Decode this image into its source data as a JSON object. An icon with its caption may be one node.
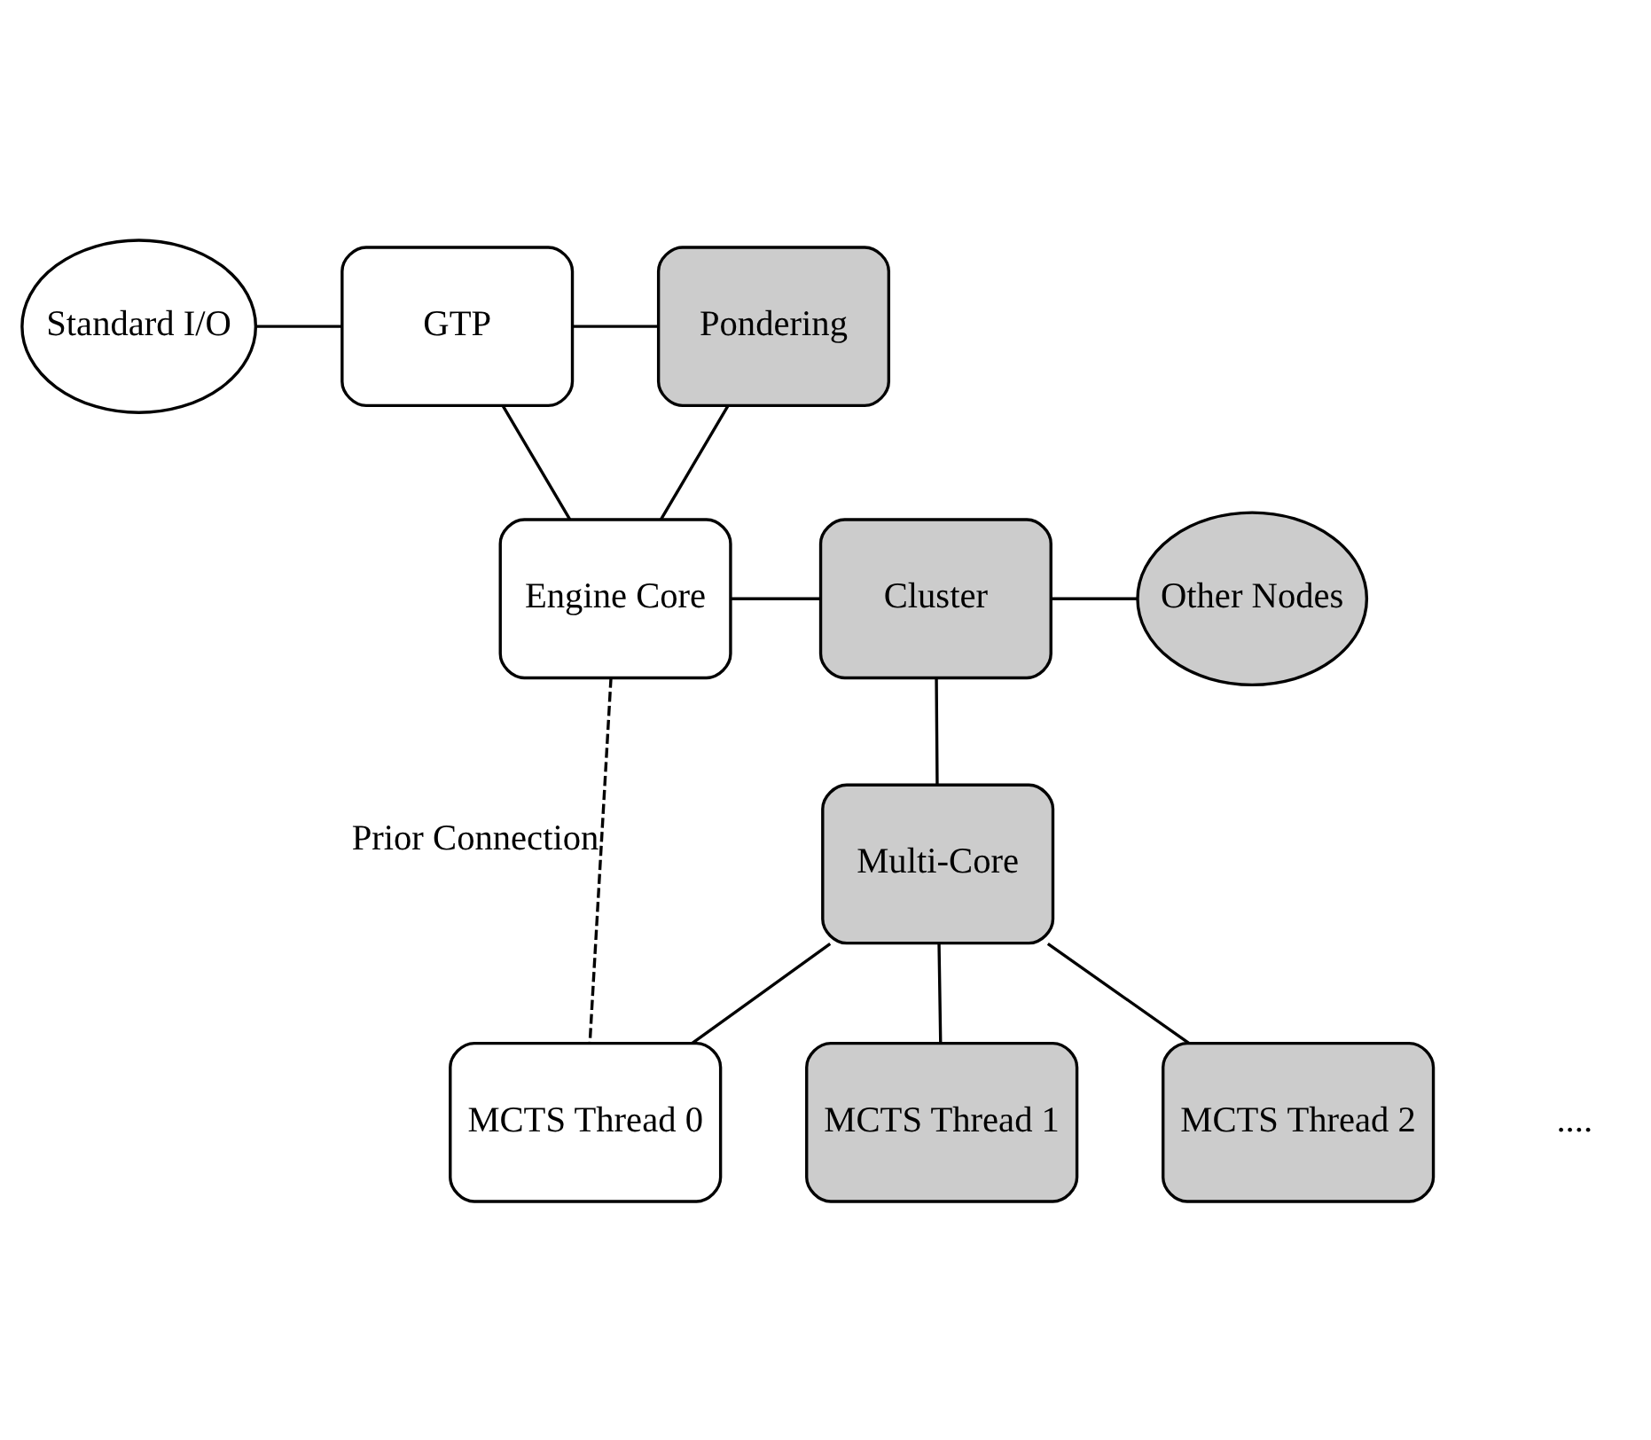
{
  "diagram": {
    "nodes": [
      {
        "text": [
          "Standard I/O"
        ]
      },
      {
        "text": [
          "GTP"
        ]
      },
      {
        "text": [
          "Pondering"
        ]
      },
      {
        "text": [
          "Engine Core"
        ]
      },
      {
        "text": [
          "Cluster"
        ]
      },
      {
        "text": [
          "Other Nodes"
        ]
      },
      {
        "text": [
          "Multi-Core"
        ]
      },
      {
        "text": [
          "MCTS Thread 0"
        ]
      },
      {
        "text": [
          "MCTS Thread 1"
        ]
      },
      {
        "text": [
          "MCTS Thread 2"
        ]
      }
    ],
    "edges": [
      {
        "from": 0,
        "to": 1,
        "arrow": "none"
      },
      {
        "from": 1,
        "to": 2,
        "arrow": "none"
      },
      {
        "from": 1,
        "to": 3,
        "arrow": "none"
      },
      {
        "from": 2,
        "to": 3,
        "arrow": "none"
      },
      {
        "from": 3,
        "to": 4,
        "arrow": "none"
      },
      {
        "from": 4,
        "to": 5,
        "arrow": "none"
      },
      {
        "from": 4,
        "to": 6,
        "arrow": "none"
      },
      {
        "from": 3,
        "to": 7,
        "arrow": "none",
        "style": "dashed",
        "label": "Prior Connection"
      },
      {
        "from": 6,
        "to": 7,
        "arrow": "none"
      },
      {
        "from": 6,
        "to": 8,
        "arrow": "none"
      },
      {
        "from": 6,
        "to": 9,
        "arrow": "none"
      }
    ],
    "labels": [
      "...."
    ]
  }
}
